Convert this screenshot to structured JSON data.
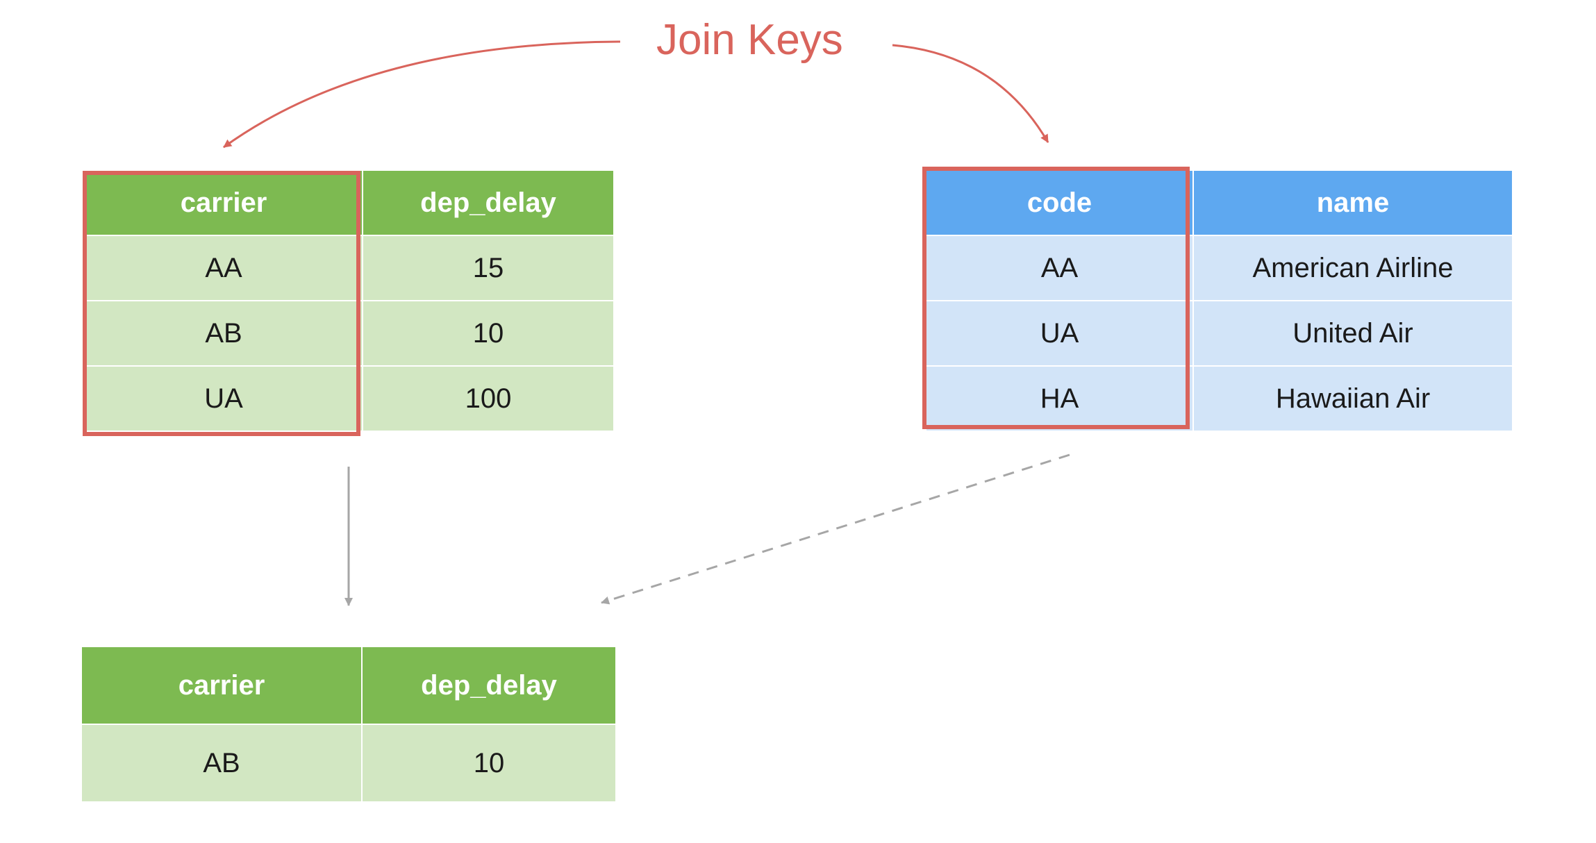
{
  "title": "Join Keys",
  "colors": {
    "accent": "#d9645c",
    "green_header": "#7dba51",
    "green_cell": "#d2e7c2",
    "blue_header": "#5ea8f0",
    "blue_cell": "#d2e4f8",
    "arrow_gray": "#a6a6a6"
  },
  "flights": {
    "headers": [
      "carrier",
      "dep_delay"
    ],
    "rows": [
      [
        "AA",
        "15"
      ],
      [
        "AB",
        "10"
      ],
      [
        "UA",
        "100"
      ]
    ]
  },
  "airlines": {
    "headers": [
      "code",
      "name"
    ],
    "rows": [
      [
        "AA",
        "American Airline"
      ],
      [
        "UA",
        "United Air"
      ],
      [
        "HA",
        "Hawaiian Air"
      ]
    ]
  },
  "result": {
    "headers": [
      "carrier",
      "dep_delay"
    ],
    "rows": [
      [
        "AB",
        "10"
      ]
    ]
  }
}
